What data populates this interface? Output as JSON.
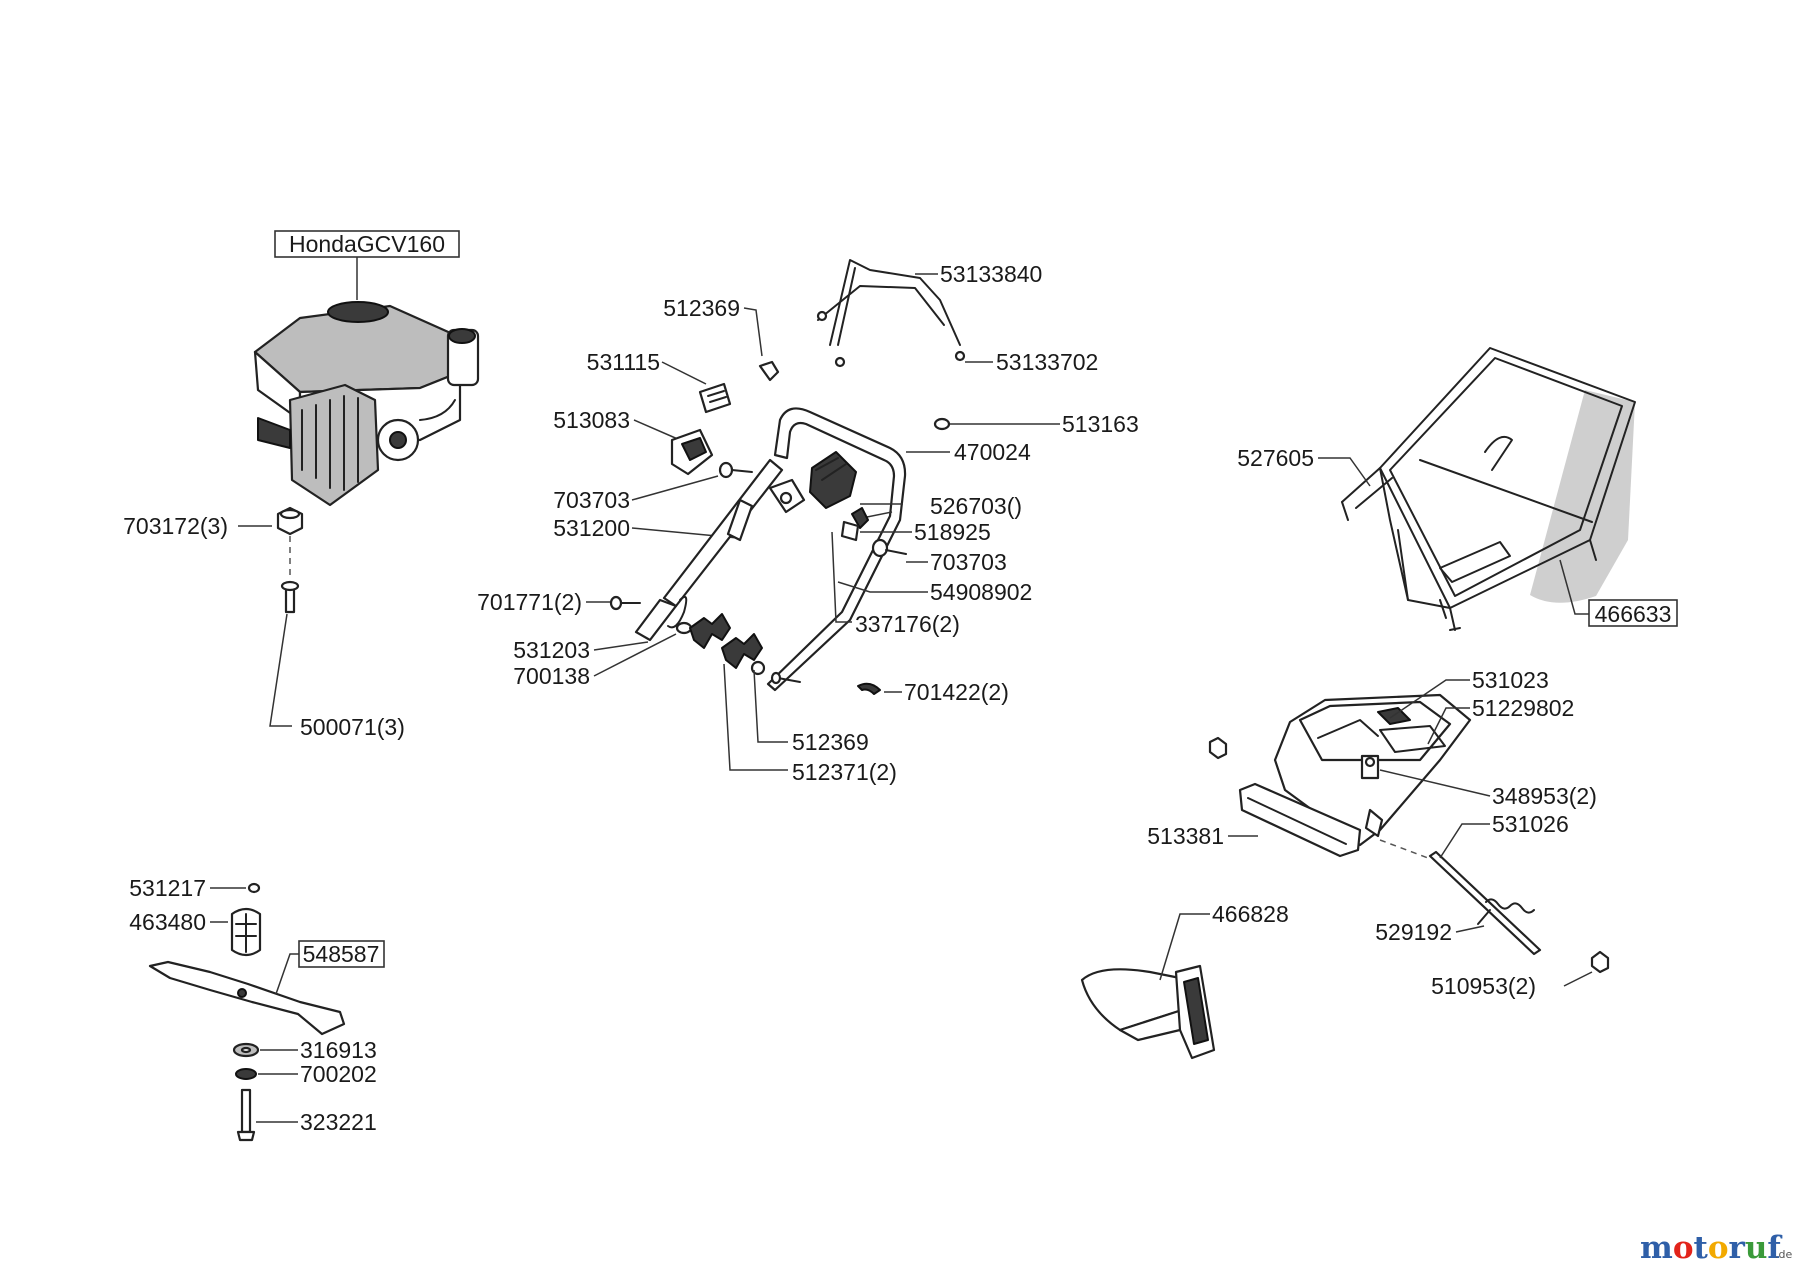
{
  "labels": {
    "engine_model": "HondaGCV160",
    "p703172": "703172(3)",
    "p500071": "500071(3)",
    "p53133840": "53133840",
    "p512369_top": "512369",
    "p531115": "531115",
    "p53133702": "53133702",
    "p513163": "513163",
    "p513083": "513083",
    "p470024": "470024",
    "p703703_left": "703703",
    "p526703": "526703()",
    "p531200": "531200",
    "p518925": "518925",
    "p703703_right": "703703",
    "p54908902": "54908902",
    "p701771": "701771(2)",
    "p337176": "337176(2)",
    "p531203": "531203",
    "p700138": "700138",
    "p701422": "701422(2)",
    "p512369_bottom": "512369",
    "p512371": "512371(2)",
    "p527605": "527605",
    "p466633": "466633",
    "p531023": "531023",
    "p51229802": "51229802",
    "p348953": "348953(2)",
    "p513381": "513381",
    "p531026": "531026",
    "p466828": "466828",
    "p529192": "529192",
    "p510953": "510953(2)",
    "p531217": "531217",
    "p463480": "463480",
    "p548587": "548587",
    "p316913": "316913",
    "p700202": "700202",
    "p323221": "323221"
  },
  "watermark": {
    "brand_letters": [
      "m",
      "o",
      "t",
      "o",
      "r",
      "u",
      "f"
    ],
    "brand_colors": [
      "#2f5fa8",
      "#e2231a",
      "#2f5fa8",
      "#f2a900",
      "#2f5fa8",
      "#3a9a3a",
      "#2f5fa8"
    ],
    "suffix": ".de"
  }
}
